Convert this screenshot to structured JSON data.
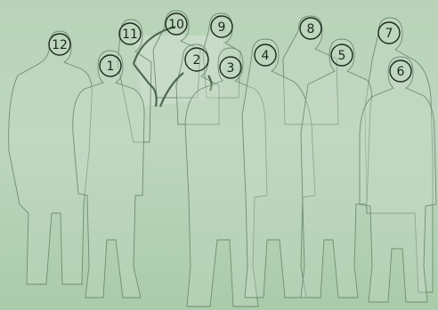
{
  "figures": [
    {
      "id": "12",
      "label": "12"
    },
    {
      "id": "11",
      "label": "11"
    },
    {
      "id": "10",
      "label": "10"
    },
    {
      "id": "9",
      "label": "9"
    },
    {
      "id": "8",
      "label": "8"
    },
    {
      "id": "7",
      "label": "7"
    },
    {
      "id": "1",
      "label": "1"
    },
    {
      "id": "2",
      "label": "2"
    },
    {
      "id": "3",
      "label": "3"
    },
    {
      "id": "4",
      "label": "4"
    },
    {
      "id": "5",
      "label": "5"
    },
    {
      "id": "6",
      "label": "6"
    }
  ],
  "colors": {
    "background": "#bed6bf",
    "outline": "#6f8e72",
    "highlight": "#c9dcc9",
    "label": "#1b261c"
  }
}
